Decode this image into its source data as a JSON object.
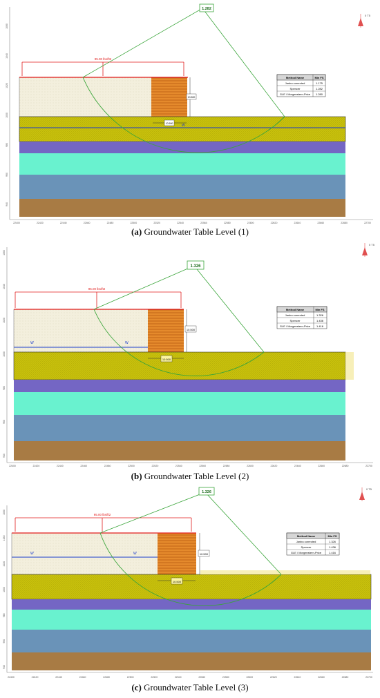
{
  "panels": [
    {
      "caption_letter": "(a)",
      "caption_text": " Groundwater Table Level (1)",
      "fs_box": "1.282",
      "load_label": "95.00 lbs/ft2",
      "dim_height": "10.500",
      "dim_width": "10.500",
      "wt_symbol": "W",
      "table": {
        "headers": [
          "Method Name",
          "Min FS"
        ],
        "rows": [
          [
            "Janbu corrected",
            "1.175"
          ],
          [
            "Spencer",
            "1.282"
          ],
          [
            "GLE / Morgenstern-Price",
            "1.280"
          ]
        ]
      },
      "x_ticks": [
        "22400",
        "22420",
        "22440",
        "22460",
        "22480",
        "22500",
        "22520",
        "22540",
        "22560",
        "22580",
        "22600",
        "22620",
        "22640",
        "22660",
        "22680",
        "22700"
      ],
      "y_ticks": [
        "1060",
        "1040",
        "1020",
        "1000",
        "980",
        "960",
        "940"
      ],
      "compass_label": "0 T5"
    },
    {
      "caption_letter": "(b)",
      "caption_text": " Groundwater Table Level (2)",
      "fs_box": "1.326",
      "load_label": "95.00 lbs/ft2",
      "dim_height": "10.500",
      "dim_width": "10.500",
      "wt_symbol": "W",
      "table": {
        "headers": [
          "Method Name",
          "Min FS"
        ],
        "rows": [
          [
            "Janbu corrected",
            "1.326"
          ],
          [
            "Spencer",
            "1.436"
          ],
          [
            "GLE / Morgenstern-Price",
            "1.416"
          ]
        ]
      },
      "x_ticks": [
        "22400",
        "22420",
        "22440",
        "22460",
        "22480",
        "22500",
        "22520",
        "22540",
        "22560",
        "22580",
        "22600",
        "22620",
        "22640",
        "22660",
        "22680",
        "22700"
      ],
      "y_ticks": [
        "1060",
        "1040",
        "1020",
        "1000",
        "980",
        "960",
        "940"
      ],
      "compass_label": "0 T5"
    },
    {
      "caption_letter": "(c)",
      "caption_text": " Groundwater Table Level (3)",
      "fs_box": "1.326",
      "load_label": "95.00 lbs/ft2",
      "dim_height": "10.500",
      "dim_width": "10.500",
      "wt_symbol": "W",
      "table": {
        "headers": [
          "Method Name",
          "Min FS"
        ],
        "rows": [
          [
            "Janbu corrected",
            "1.326"
          ],
          [
            "Spencer",
            "1.436"
          ],
          [
            "GLE / Morgenstern-Price",
            "1.416"
          ]
        ]
      },
      "x_ticks": [
        "22400",
        "22420",
        "22440",
        "22460",
        "22480",
        "22500",
        "22520",
        "22540",
        "22560",
        "22580",
        "22600",
        "22620",
        "22640",
        "22660",
        "22680",
        "22700"
      ],
      "y_ticks": [
        "1060",
        "1040",
        "1020",
        "1000",
        "980",
        "960",
        "940"
      ],
      "compass_label": "0 T5"
    }
  ],
  "colors": {
    "fill_tan": "#f2eedc",
    "retaining_wall": "#e58a2c",
    "olive_layer": "#c9c20a",
    "purple_layer": "#7466c4",
    "aqua_layer": "#69f2cf",
    "steel_layer": "#6a93b8",
    "brown_layer": "#a87b44",
    "slip_circle": "#3aa53a",
    "load_red": "#e01a1a",
    "water_blue": "#1a3ccc"
  }
}
